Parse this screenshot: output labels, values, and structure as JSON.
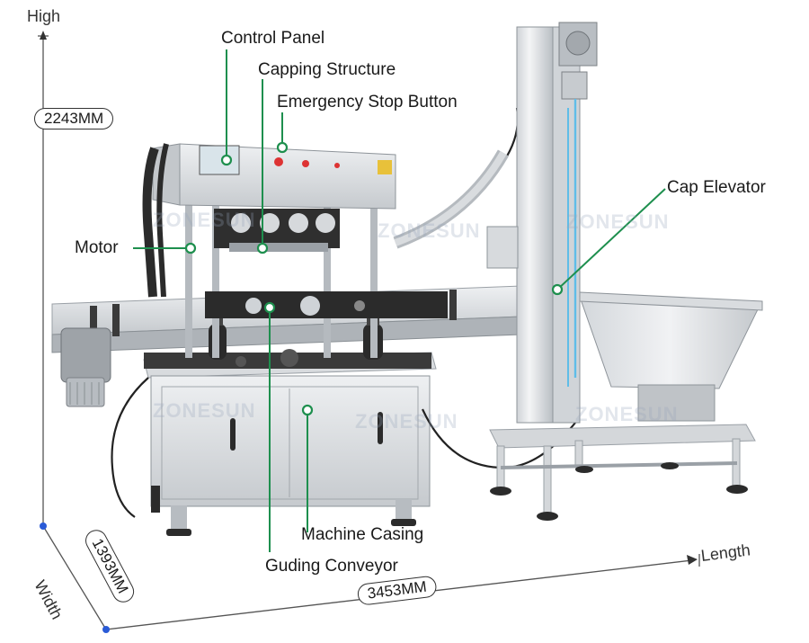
{
  "axes": {
    "height_word": "High",
    "height_value": "2243MM",
    "width_word": "Width",
    "width_value": "1393MM",
    "length_word": "Length",
    "length_value": "3453MM"
  },
  "callouts": {
    "control_panel": "Control Panel",
    "capping_structure": "Capping Structure",
    "emergency_stop": "Emergency Stop Button",
    "motor": "Motor",
    "cap_elevator": "Cap Elevator",
    "machine_casing": "Machine Casing",
    "guiding_conveyor": "Guding Conveyor"
  },
  "watermark": "ZONESUN",
  "colors": {
    "callout_line": "#1e8f4e",
    "dimension_line": "#555555",
    "dimension_dot": "#2a5bd7",
    "steel_light": "#e6e8ea",
    "steel_mid": "#c9cdd1",
    "steel_dark": "#8e949a",
    "black_part": "#2b2b2b"
  }
}
